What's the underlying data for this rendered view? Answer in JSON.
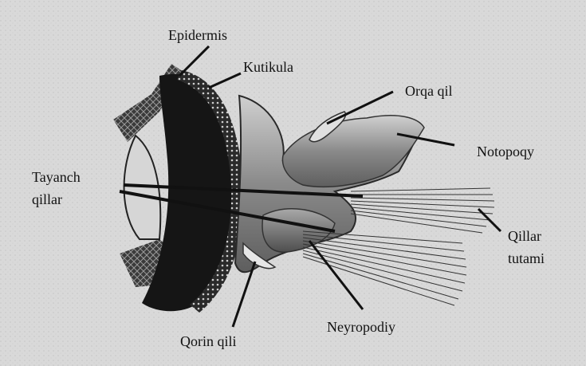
{
  "labels": {
    "epidermis": "Epidermis",
    "kutikula": "Kutikula",
    "orqa_qil": "Orqa qil",
    "notopodiy": "Notopoqy",
    "tayanch_qillar_1": "Tayanch",
    "tayanch_qillar_2": "qillar",
    "qillar_tutami_1": "Qillar",
    "qillar_tutami_2": "tutami",
    "neyropodiy": "Neyropodiy",
    "qorin_qili": "Qorin qili"
  },
  "colors": {
    "background": "#d9d9d9",
    "ink": "#111111",
    "dark_tissue": "#1a1a1a",
    "mid_tissue": "#7a7a7a",
    "light_tissue": "#bdbdbd"
  }
}
